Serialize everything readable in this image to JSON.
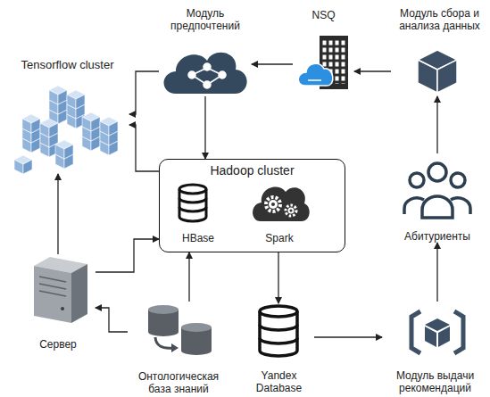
{
  "diagram": {
    "nodes": [
      {
        "text": [
          "Модуль предпочтений"
        ]
      },
      {
        "text": [
          "NSQ"
        ]
      },
      {
        "text": [
          "Модуль сбора и анализа данных"
        ]
      },
      {
        "text": [
          "Tensorflow cluster"
        ]
      },
      {
        "text": [
          "Hadoop cluster"
        ]
      },
      {
        "text": [
          "HBase"
        ],
        "in": 4
      },
      {
        "text": [
          "Spark"
        ],
        "in": 4
      },
      {
        "text": [
          "Абитуриенты"
        ]
      },
      {
        "text": [
          "Сервер"
        ]
      },
      {
        "text": [
          "Онтологическая база знаний"
        ]
      },
      {
        "text": [
          "Yandex Database"
        ]
      },
      {
        "text": [
          "Модуль выдачи рекомендаций"
        ]
      }
    ],
    "edges": [
      {
        "from": 2,
        "to": 1,
        "arrow": "to"
      },
      {
        "from": 1,
        "to": 0,
        "arrow": "to"
      },
      {
        "from": 0,
        "to": 3,
        "arrow": "to"
      },
      {
        "from": 0,
        "to": 4,
        "arrow": "to"
      },
      {
        "from": 4,
        "to": 3,
        "arrow": "to"
      },
      {
        "from": 8,
        "to": 3,
        "arrow": "to"
      },
      {
        "from": 8,
        "to": 4,
        "arrow": "to"
      },
      {
        "from": 9,
        "to": 8,
        "arrow": "to"
      },
      {
        "from": 9,
        "to": 4,
        "arrow": "to"
      },
      {
        "from": 4,
        "to": 10,
        "arrow": "to"
      },
      {
        "from": 10,
        "to": 11,
        "arrow": "to"
      },
      {
        "from": 11,
        "to": 7,
        "arrow": "to"
      },
      {
        "from": 7,
        "to": 2,
        "arrow": "to"
      }
    ]
  }
}
